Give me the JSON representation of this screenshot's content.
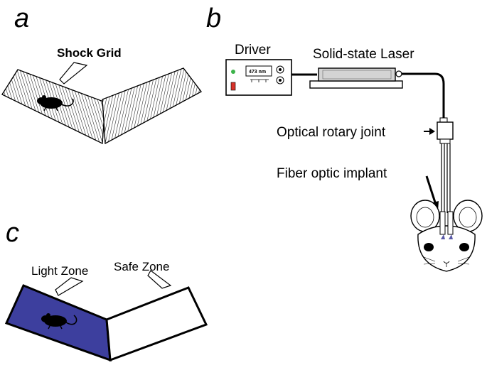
{
  "panels": {
    "a": {
      "letter": "a",
      "shock_grid_label": "Shock Grid"
    },
    "b": {
      "letter": "b",
      "driver_label": "Driver",
      "laser_label": "Solid-state Laser",
      "display_readout": "473 nm",
      "rotary_joint_label": "Optical rotary joint",
      "implant_label": "Fiber optic implant"
    },
    "c": {
      "letter": "c",
      "light_zone_label": "Light Zone",
      "safe_zone_label": "Safe Zone"
    }
  },
  "colors": {
    "light_zone": "#3d3f9e",
    "led_green": "#3cb34a",
    "switch_red": "#d8322a",
    "laser_body": "#d4d4d4",
    "implant_tip": "#5a5aa8"
  }
}
